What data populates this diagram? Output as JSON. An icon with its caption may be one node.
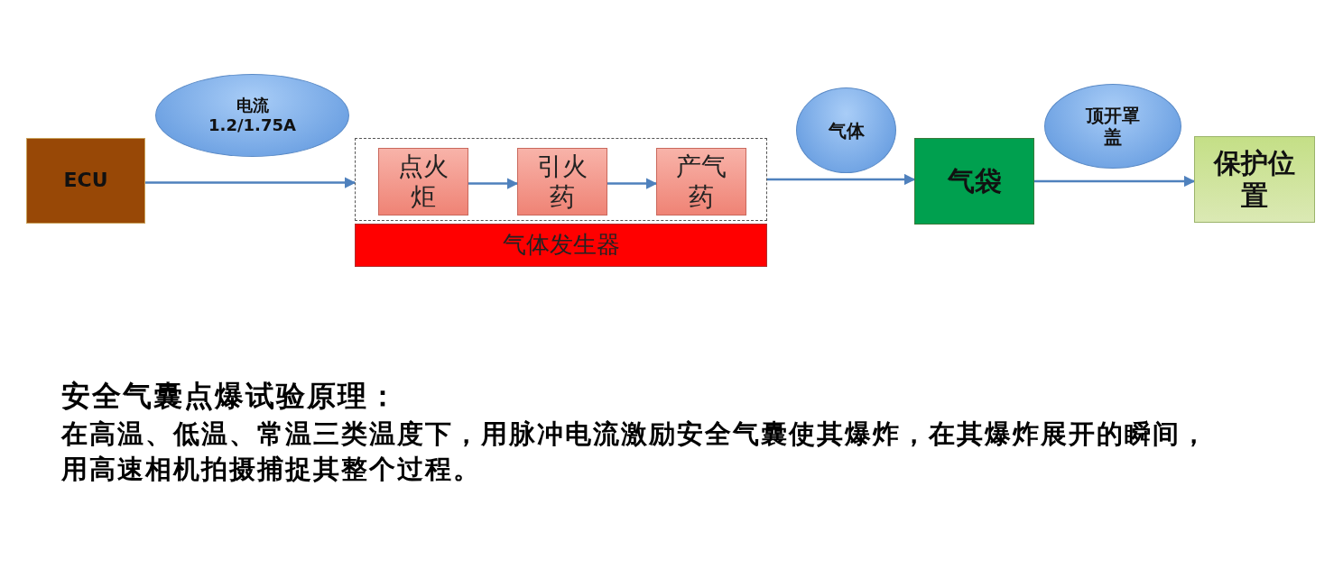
{
  "diagram": {
    "nodes": [
      {
        "text": [
          "ECU"
        ]
      },
      {
        "text": [
          "电流",
          "1.2/1.75A"
        ]
      },
      {
        "text": [],
        "shape": "box"
      },
      {
        "text": [
          "点火炬"
        ],
        "in": 2
      },
      {
        "text": [
          "引火药"
        ],
        "in": 2
      },
      {
        "text": [
          "产气药"
        ],
        "in": 2
      },
      {
        "text": [
          "气体发生器"
        ]
      },
      {
        "text": [
          "气体"
        ]
      },
      {
        "text": [
          "气袋"
        ]
      },
      {
        "text": [
          "顶开罩盖"
        ]
      },
      {
        "text": [
          "保护位置"
        ]
      }
    ],
    "edges": [
      {
        "from": 0,
        "to": 2,
        "arrow": "to"
      },
      {
        "from": 3,
        "to": 4,
        "arrow": "to"
      },
      {
        "from": 4,
        "to": 5,
        "arrow": "to"
      },
      {
        "from": 2,
        "to": 8,
        "arrow": "to"
      },
      {
        "from": 8,
        "to": 10,
        "arrow": "to"
      }
    ],
    "labels": [
      "安全气囊点爆试验原理：",
      "在高温、低温、常温三类温度下，用脉冲电流激励安全气囊使其爆炸，在其爆炸展开的瞬间，用高速相机拍摄捕捉其整个过程。"
    ]
  }
}
